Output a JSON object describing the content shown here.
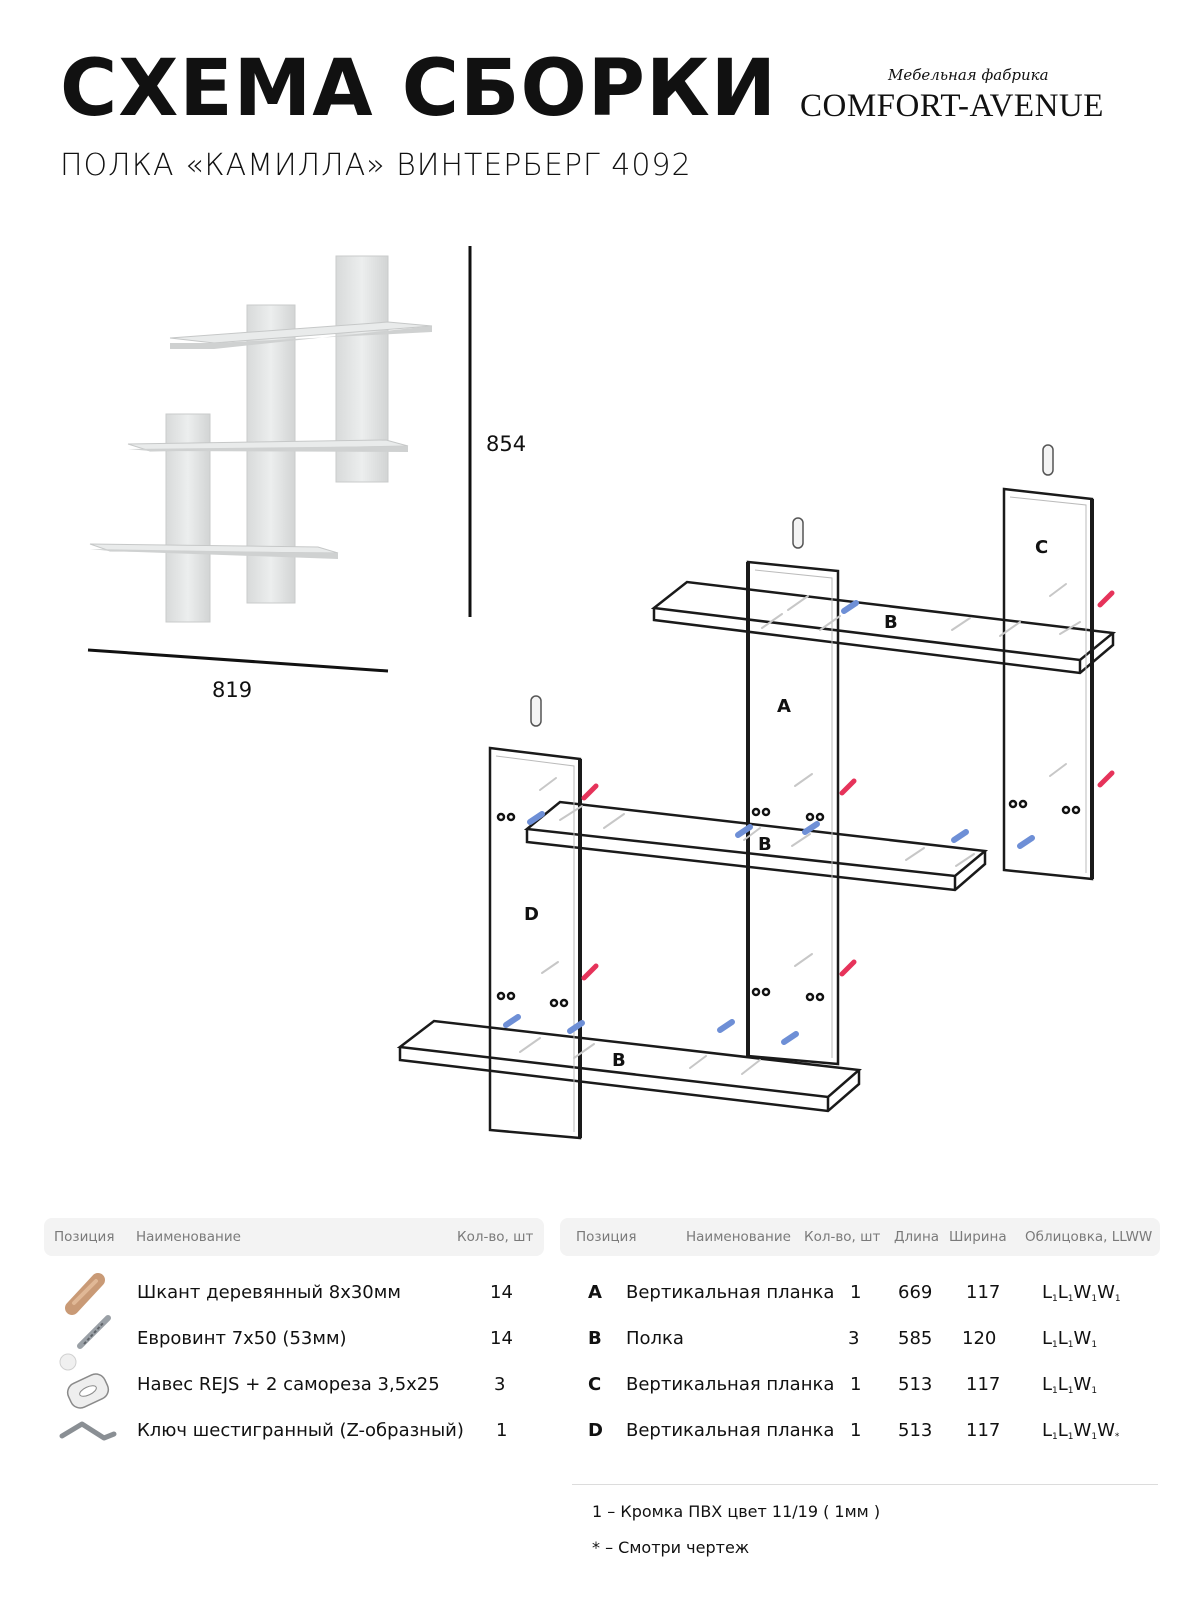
{
  "header": {
    "title": "СХЕМА СБОРКИ",
    "subtitle": "ПОЛКА «КАМИЛЛА» ВИНТЕРБЕРГ 4092",
    "brand_small": "Мебельная фабрика",
    "brand_big": "COMFORT-AVENUE"
  },
  "dimensions": {
    "height": "854",
    "width": "819"
  },
  "diagram_labels": {
    "a": "A",
    "b": "B",
    "c": "C",
    "d": "D"
  },
  "hardware_table": {
    "headers": {
      "position": "Позиция",
      "name": "Наименование",
      "qty": "Кол-во, шт"
    },
    "rows": [
      {
        "icon": "dowel-icon",
        "name": "Шкант деревянный 8х30мм",
        "qty": "14"
      },
      {
        "icon": "screw-icon",
        "name": "Евровинт 7х50 (53мм)",
        "qty": "14"
      },
      {
        "icon": "hanger-icon",
        "name": "Навес REJS + 2 самореза 3,5х25",
        "qty": "3"
      },
      {
        "icon": "hex-key-icon",
        "name": "Ключ шестигранный (Z-образный)",
        "qty": "1"
      }
    ]
  },
  "parts_table": {
    "headers": {
      "position": "Позиция",
      "name": "Наименование",
      "qty": "Кол-во, шт",
      "length": "Длина",
      "width": "Ширина",
      "edging": "Облицовка, LLWW"
    },
    "rows": [
      {
        "pos": "A",
        "name": "Вертикальная планка",
        "qty": "1",
        "length": "669",
        "width": "117",
        "edging": [
          "L",
          "1",
          "L",
          "1",
          "W",
          "1",
          "W",
          "1"
        ]
      },
      {
        "pos": "B",
        "name": "Полка",
        "qty": "3",
        "length": "585",
        "width": "120",
        "edging": [
          "L",
          "1",
          "L",
          "1",
          "W",
          "1"
        ]
      },
      {
        "pos": "C",
        "name": "Вертикальная планка",
        "qty": "1",
        "length": "513",
        "width": "117",
        "edging": [
          "L",
          "1",
          "L",
          "1",
          "W",
          "1"
        ]
      },
      {
        "pos": "D",
        "name": "Вертикальная планка",
        "qty": "1",
        "length": "513",
        "width": "117",
        "edging": [
          "L",
          "1",
          "L",
          "1",
          "W",
          "1",
          "W",
          "*"
        ]
      }
    ]
  },
  "notes": {
    "edge": "1 – Кромка ПВХ цвет 11/19 ( 1мм )",
    "star": "* – Смотри чертеж"
  }
}
